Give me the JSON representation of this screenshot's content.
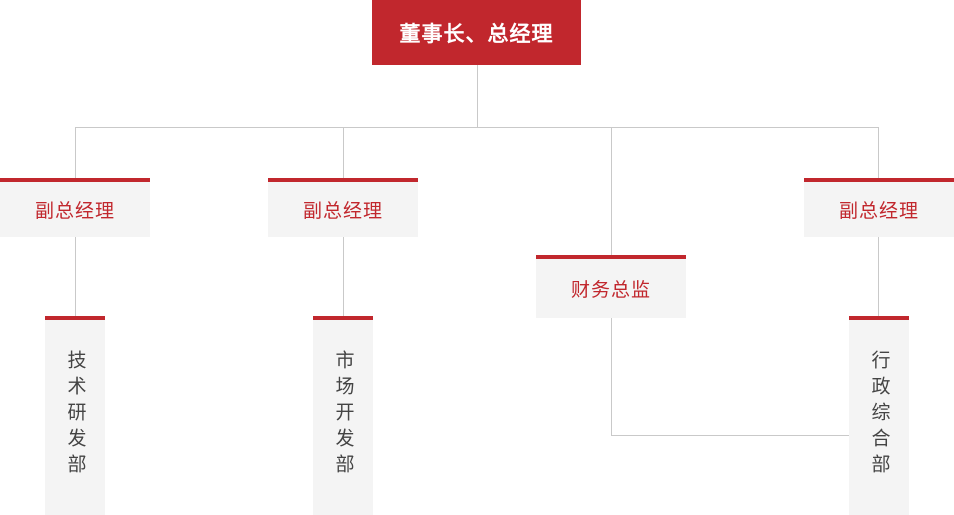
{
  "chart": {
    "type": "org-chart",
    "title": "",
    "colors": {
      "accent_red": "#C1272D",
      "box_fill": "#F4F4F4",
      "connector": "#C9C9C9",
      "dept_text": "#444444",
      "root_text": "#FFFFFF",
      "page_background": "#FFFFFF"
    },
    "root": {
      "label": "董事长、总经理",
      "level": 1
    },
    "level2": [
      {
        "id": "vp-tech",
        "label": "副总经理",
        "level": 2
      },
      {
        "id": "vp-market",
        "label": "副总经理",
        "level": 2
      },
      {
        "id": "cfo",
        "label": "财务总监",
        "level": 2
      },
      {
        "id": "vp-admin",
        "label": "副总经理",
        "level": 2
      }
    ],
    "level3": [
      {
        "id": "dept-tech",
        "label": "技术研发部",
        "parent": "vp-tech",
        "level": 3
      },
      {
        "id": "dept-market",
        "label": "市场开发部",
        "parent": "vp-market",
        "level": 3
      },
      {
        "id": "dept-admin",
        "label": "行政综合部",
        "parent": "vp-admin",
        "level": 3
      }
    ]
  }
}
